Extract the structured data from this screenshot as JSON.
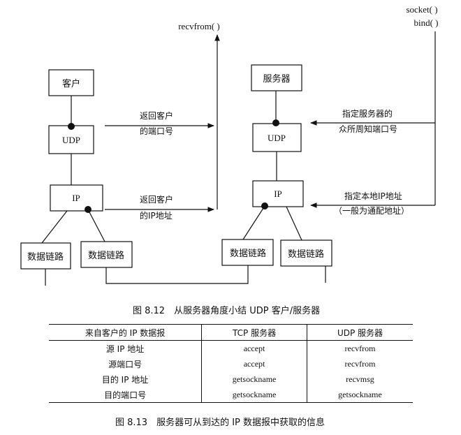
{
  "diagram": {
    "client": {
      "app_label": "客户",
      "udp_label": "UDP",
      "ip_label": "IP",
      "link1_label": "数据链路",
      "link2_label": "数据链路"
    },
    "server": {
      "app_label": "服务器",
      "udp_label": "UDP",
      "ip_label": "IP",
      "link1_label": "数据链路",
      "link2_label": "数据链路"
    },
    "recvfrom_label": "recvfrom( )",
    "return_port_line1": "返回客户",
    "return_port_line2": "的端口号",
    "return_ip_line1": "返回客户",
    "return_ip_line2": "的IP地址",
    "socket_label": "socket( )",
    "bind_label": "bind( )",
    "well_known_line1": "指定服务器的",
    "well_known_line2": "众所周知端口号",
    "local_ip_line1": "指定本地IP地址",
    "local_ip_line2": "（一般为通配地址）"
  },
  "figure_8_12_caption": "图 8.12　从服务器角度小结 UDP 客户/服务器",
  "table": {
    "headers": [
      "来自客户的 IP 数据报",
      "TCP 服务器",
      "UDP 服务器"
    ],
    "rows": [
      [
        "源 IP 地址",
        "accept",
        "recvfrom"
      ],
      [
        "源端口号",
        "accept",
        "recvfrom"
      ],
      [
        "目的 IP 地址",
        "getsockname",
        "recvmsg"
      ],
      [
        "目的端口号",
        "getsockname",
        "getsockname"
      ]
    ]
  },
  "figure_8_13_caption": "图 8.13　服务器可从到达的 IP 数据报中获取的信息"
}
